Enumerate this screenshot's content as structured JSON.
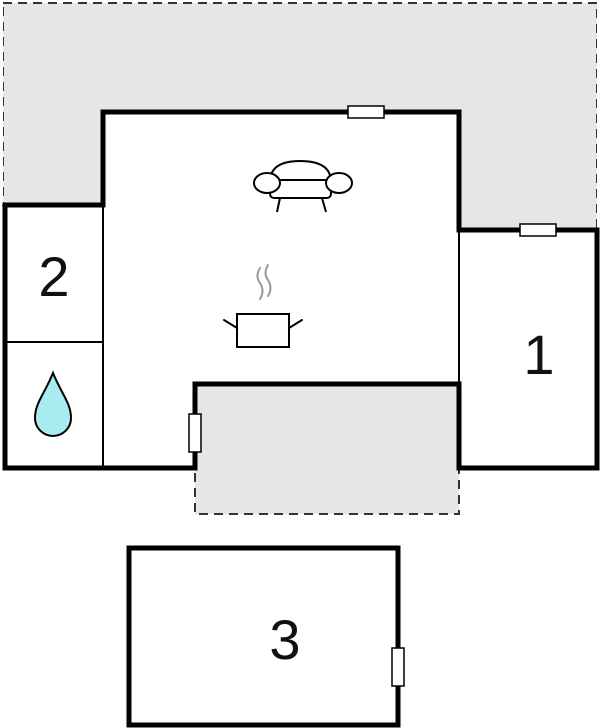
{
  "rooms": [
    {
      "id": "bedroom-1",
      "label": "1"
    },
    {
      "id": "bedroom-2",
      "label": "2"
    },
    {
      "id": "outbuilding-3",
      "label": "3"
    }
  ],
  "icons": {
    "living_room": "sofa-icon",
    "kitchen": "cooking-pot-icon",
    "bathroom": "water-drop-icon"
  },
  "colors": {
    "wall": "#000000",
    "outdoor_area": "#e6e6e6",
    "water_drop": "#a8ecf2",
    "window": "#ffffff"
  }
}
